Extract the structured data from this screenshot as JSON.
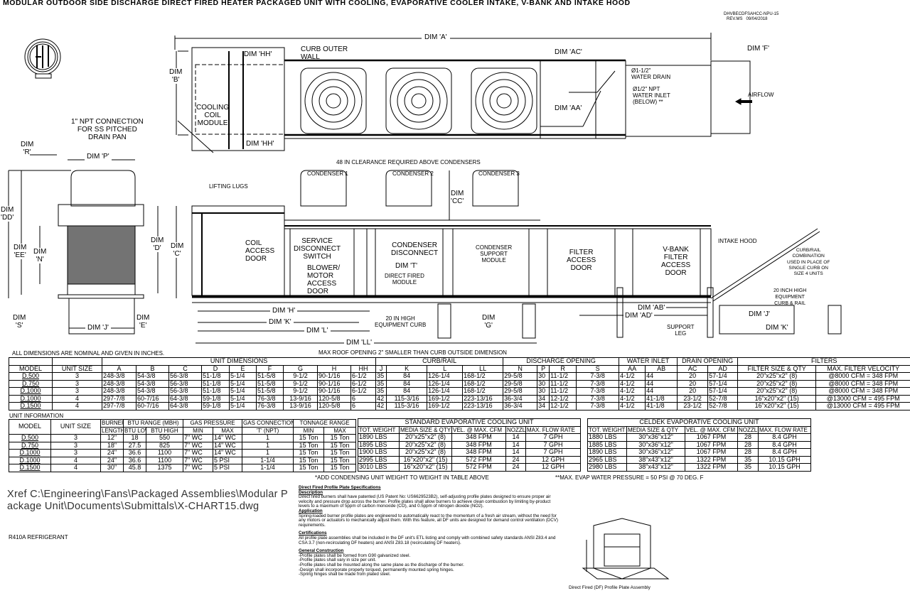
{
  "title": "MODULAR OUTDOOR SIDE DISCHARGE DIRECT FIRED HEATER PACKAGED UNIT WITH COOLING, EVAPORATIVE COOLER INTAKE, V-BANK AND INTAKE HOOD",
  "doc_id": "DHVBECDFSAHCC-NPU-15",
  "revision": "REV.MS   09/04/2018",
  "logo_text": "ETL LISTED",
  "plan": {
    "dim_a": "DIM 'A'",
    "dim_hh_top": "DIM 'HH'",
    "curb_outer_wall": "CURB OUTER\nWALL",
    "dim_b": "DIM\n'B'",
    "cooling_coil_module": "COOLING\nCOIL\nMODULE",
    "npt_connection": "1\" NPT CONNECTION\nFOR SS PITCHED\nDRAIN PAN",
    "dim_hh_bottom": "DIM 'HH'",
    "dim_ac": "DIM 'AC'",
    "water_drain": "Ø1-1/2\"\nWATER DRAIN",
    "water_inlet": "Ø1/2\" NPT\nWATER INLET\n(BELOW) **",
    "dim_aa": "DIM 'AA'",
    "dim_f": "DIM 'F'",
    "airflow": "AIRFLOW"
  },
  "elevation": {
    "clearance": "48 IN CLEARANCE REQUIRED ABOVE CONDENSERS",
    "condensers": [
      "CONDENSER 1",
      "CONDENSER 2",
      "CONDENSER 3"
    ],
    "lifting_lugs": "LIFTING LUGS",
    "dim_cc": "DIM\n'CC'",
    "coil_access_door": "COIL\nACCESS\nDOOR",
    "service_disconnect": "SERVICE\nDISCONNECT\nSWITCH",
    "blower_door": "BLOWER/\nMOTOR\nACCESS\nDOOR",
    "condenser_disconnect": "CONDENSER\nDISCONNECT",
    "dim_t": "DIM 'T'",
    "direct_fired_module": "DIRECT FIRED\nMODULE",
    "condenser_support": "CONDENSER\nSUPPORT\nMODULE",
    "filter_access_door": "FILTER\nACCESS\nDOOR",
    "vbank_door": "V-BANK\nFILTER\nACCESS\nDOOR",
    "intake_hood": "INTAKE HOOD",
    "curb_rail_combo": "CURB/RAIL\nCOMBINATION\nUSED IN PLACE OF\nSINGLE CURB ON\nSIZE 4 UNITS",
    "dim_h": "DIM 'H'",
    "dim_k": "DIM 'K'",
    "dim_l": "DIM 'L'",
    "dim_ll": "DIM 'LL'",
    "equipment_curb": "20 IN HIGH\nEQUIPMENT CURB",
    "dim_g": "DIM\n'G'",
    "dim_ab": "DIM 'AB'",
    "dim_ad": "DIM 'AD'",
    "support_leg": "SUPPORT\nLEG",
    "curb_rail_20": "20 INCH HIGH\nEQUIPMENT\nCURB & RAIL",
    "dim_j_right": "DIM 'J'",
    "dim_k_right": "DIM 'K'"
  },
  "end_view": {
    "dim_r": "DIM\n'R'",
    "dim_p": "DIM 'P'",
    "dim_dd": "DIM\n'DD'",
    "dim_ee": "DIM\n'EE'",
    "dim_n": "DIM\n'N'",
    "dim_d": "DIM\n'D'",
    "dim_c": "DIM\n'C'",
    "dim_s": "DIM\n'S'",
    "dim_j": "DIM 'J'",
    "dim_e": "DIM\n'E'"
  },
  "notes": {
    "nominal": "ALL DIMENSIONS ARE NOMINAL AND GIVEN IN INCHES.",
    "roof_opening": "MAX ROOF OPENING 2\" SMALLER THAN CURB OUTSIDE DIMENSION",
    "unit_information": "UNIT INFORMATION",
    "add_condensing": "*ADD CONDENSING UNIT WEIGHT TO WEIGHT IN TABLE ABOVE",
    "max_evap": "**MAX. EVAP WATER PRESSURE = 50 PSI @ 70 DEG. F",
    "xref": "Xref C:\\Engineering\\Fans\\Packaged Assemblies\\Modular Package Unit\\Documents\\Submittals\\X-CHART15.dwg",
    "refrigerant": "R410A REFRIGERANT",
    "plate_caption": "Direct Fired (DF) Profile Plate Assembly"
  },
  "dimensions_table": {
    "groups": [
      "",
      "",
      "UNIT DIMENSIONS",
      "CURB/RAIL",
      "DISCHARGE OPENING",
      "WATER INLET",
      "DRAIN OPENING",
      "FILTERS"
    ],
    "headers": [
      "MODEL",
      "UNIT SIZE",
      "A",
      "B",
      "C",
      "D",
      "E",
      "F",
      "G",
      "H",
      "HH",
      "J",
      "K",
      "L",
      "LL",
      "N",
      "P",
      "R",
      "S",
      "AA",
      "AB",
      "AC",
      "AD",
      "FILTER SIZE & QTY",
      "MAX. FILTER VELOCITY"
    ],
    "rows": [
      [
        "D.500",
        "3",
        "248-3/8",
        "54-3/8",
        "56-3/8",
        "51-1/8",
        "5-1/4",
        "51-5/8",
        "9-1/2",
        "90-1/16",
        "6-1/2",
        "35",
        "84",
        "126-1/4",
        "168-1/2",
        "29-5/8",
        "30",
        "11-1/2",
        "7-3/8",
        "4-1/2",
        "44",
        "20",
        "57-1/4",
        "20\"x25\"x2\" (8)",
        "@8000 CFM = 348 FPM"
      ],
      [
        "D.750",
        "3",
        "248-3/8",
        "54-3/8",
        "56-3/8",
        "51-1/8",
        "5-1/4",
        "51-5/8",
        "9-1/2",
        "90-1/16",
        "6-1/2",
        "35",
        "84",
        "126-1/4",
        "168-1/2",
        "29-5/8",
        "30",
        "11-1/2",
        "7-3/8",
        "4-1/2",
        "44",
        "20",
        "57-1/4",
        "20\"x25\"x2\" (8)",
        "@8000 CFM = 348 FPM"
      ],
      [
        "D.1000",
        "3",
        "248-3/8",
        "54-3/8",
        "56-3/8",
        "51-1/8",
        "5-1/4",
        "51-5/8",
        "9-1/2",
        "90-1/16",
        "6-1/2",
        "35",
        "84",
        "126-1/4",
        "168-1/2",
        "29-5/8",
        "30",
        "11-1/2",
        "7-3/8",
        "4-1/2",
        "44",
        "20",
        "57-1/4",
        "20\"x25\"x2\" (8)",
        "@8000 CFM = 348 FPM"
      ],
      [
        "D.1000",
        "4",
        "297-7/8",
        "60-7/16",
        "64-3/8",
        "59-1/8",
        "5-1/4",
        "76-3/8",
        "13-9/16",
        "120-5/8",
        "6",
        "42",
        "115-3/16",
        "169-1/2",
        "223-13/16",
        "36-3/4",
        "34",
        "12-1/2",
        "7-3/8",
        "4-1/2",
        "41-1/8",
        "23-1/2",
        "52-7/8",
        "16\"x20\"x2\" (15)",
        "@13000 CFM = 495 FPM"
      ],
      [
        "D.1500",
        "4",
        "297-7/8",
        "60-7/16",
        "64-3/8",
        "59-1/8",
        "5-1/4",
        "76-3/8",
        "13-9/16",
        "120-5/8",
        "6",
        "42",
        "115-3/16",
        "169-1/2",
        "223-13/16",
        "36-3/4",
        "34",
        "12-1/2",
        "7-3/8",
        "4-1/2",
        "41-1/8",
        "23-1/2",
        "52-7/8",
        "16\"x20\"x2\" (15)",
        "@13000 CFM = 495 FPM"
      ]
    ]
  },
  "unit_info_table": {
    "groups": [
      "MODEL",
      "UNIT SIZE",
      "BURNER",
      "BTU RANGE (MBH)",
      "GAS PRESSURE",
      "GAS CONNECTION",
      "TONNAGE RANGE"
    ],
    "headers": [
      "LENGTH",
      "BTU LOW",
      "BTU HIGH",
      "MIN",
      "MAX",
      "'T' (NPT)",
      "MIN",
      "MAX"
    ],
    "rows": [
      [
        "D.500",
        "3",
        "12\"",
        "18",
        "550",
        "7\" WC",
        "14\" WC",
        "1",
        "15 Ton",
        "15 Ton"
      ],
      [
        "D.750",
        "3",
        "18\"",
        "27.5",
        "825",
        "7\" WC",
        "14\" WC",
        "1",
        "15 Ton",
        "15 Ton"
      ],
      [
        "D.1000",
        "3",
        "24\"",
        "36.6",
        "1100",
        "7\" WC",
        "14\" WC",
        "1",
        "15 Ton",
        "15 Ton"
      ],
      [
        "D.1000",
        "4",
        "24\"",
        "36.6",
        "1100",
        "7\" WC",
        "5 PSI",
        "1-1/4",
        "15 Ton",
        "15 Ton"
      ],
      [
        "D.1500",
        "4",
        "30\"",
        "45.8",
        "1375",
        "7\" WC",
        "5 PSI",
        "1-1/4",
        "15 Ton",
        "15 Ton"
      ]
    ]
  },
  "standard_evap_table": {
    "title": "STANDARD EVAPORATIVE COOLING UNIT",
    "headers": [
      "TOT. WEIGHT",
      "MEDIA SIZE & QTY",
      "VEL. @ MAX. CFM",
      "NOZZLES",
      "MAX. FLOW RATE"
    ],
    "rows": [
      [
        "1890 LBS",
        "20\"x25\"x2\" (8)",
        "348 FPM",
        "14",
        "7 GPH"
      ],
      [
        "1895 LBS",
        "20\"x25\"x2\" (8)",
        "348 FPM",
        "14",
        "7 GPH"
      ],
      [
        "1900 LBS",
        "20\"x25\"x2\" (8)",
        "348 FPM",
        "14",
        "7 GPH"
      ],
      [
        "2995 LBS",
        "16\"x20\"x2\" (15)",
        "572 FPM",
        "24",
        "12 GPH"
      ],
      [
        "3010 LBS",
        "16\"x20\"x2\" (15)",
        "572 FPM",
        "24",
        "12 GPH"
      ]
    ]
  },
  "celdek_evap_table": {
    "title": "CELDEK EVAPORATIVE COOLING UNIT",
    "headers": [
      "TOT. WEIGHT",
      "MEDIA SIZE & QTY",
      "VEL. @ MAX. CFM",
      "NOZZLES",
      "MAX. FLOW RATE"
    ],
    "rows": [
      [
        "1880 LBS",
        "30\"x36\"x12\"",
        "1067 FPM",
        "28",
        "8.4 GPH"
      ],
      [
        "1885 LBS",
        "30\"x36\"x12\"",
        "1067 FPM",
        "28",
        "8.4 GPH"
      ],
      [
        "1890 LBS",
        "30\"x36\"x12\"",
        "1067 FPM",
        "28",
        "8.4 GPH"
      ],
      [
        "2965 LBS",
        "38\"x43\"x12\"",
        "1322 FPM",
        "35",
        "10.15 GPH"
      ],
      [
        "2980 LBS",
        "38\"x43\"x12\"",
        "1322 FPM",
        "35",
        "10.15 GPH"
      ]
    ]
  },
  "spec": {
    "title": "Direct Fired Profile Plate Specifications",
    "description_heading": "Description",
    "description": "Direct fired burners shall have patented (US Patent No: US6629523B2), self-adjusting profile plates designed to ensure proper air velocity and pressure drop across the burner. Profile plates shall allow burners to achieve clean combustion by limiting by-product levels to a maximum of 5ppm of carbon monoxide (CO), and 0.5ppm of nitrogen dioxide (NO2).",
    "application_heading": "Application",
    "application": "Spring-loaded burner profile plates are engineered to automatically react to the momentum of a fresh air stream, without the need for any motors or actuators to mechanically adjust them. With this feature, all DF units are designed for demand control ventilation (DCV) requirements.",
    "certifications_heading": "Certifications",
    "certifications": "All profile plate assemblies shall be included in the DF unit's ETL listing and comply with combined safety standards ANSI Z83.4 and CSA 3.7 (non-recirculating DF heaters) and ANSI Z83.18 (recirculating DF heaters).",
    "construction_heading": "General Construction",
    "construction": [
      "-Profile plates shall be formed from G90 galvanized steel.",
      "-Profile plates shall vary in size per unit.",
      "-Profile plates shall be mounted along the same plane as the discharge of the burner.",
      "-Design shall incorporate properly torqued, permanently mounted spring hinges.",
      "-Spring hinges shall be made from plated steel."
    ]
  }
}
